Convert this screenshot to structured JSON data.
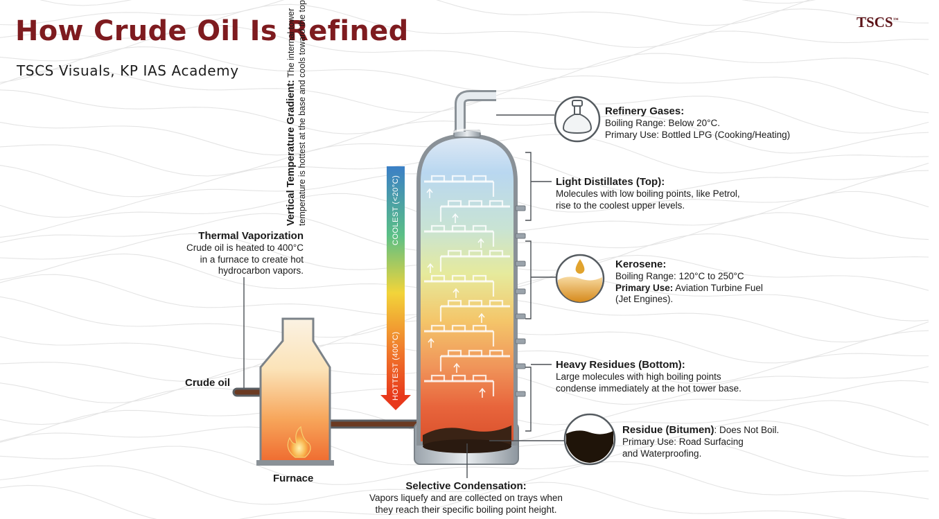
{
  "title": "How Crude Oil Is Refined",
  "subtitle": "TSCS Visuals, KP IAS Academy",
  "brand": {
    "name": "TSCS",
    "mark": "™"
  },
  "gradient": {
    "heading": "Vertical Temperature Gradient:",
    "line1": "The internal tower temperature is hottest",
    "line2": "at the base and cools toward the top.",
    "hot_label": "HOTTEST (400°C)",
    "cool_label": "COOLEST (<20°C)"
  },
  "thermal": {
    "heading": "Thermal Vaporization",
    "line1": "Crude oil is heated to 400°C",
    "line2": "in a furnace to create hot",
    "line3": "hydrocarbon vapors."
  },
  "crude_oil_label": "Crude oil",
  "furnace_label": "Furnace",
  "fractions": {
    "gases": {
      "heading": "Refinery Gases:",
      "line1": "Boiling Range: Below 20°C.",
      "line2": "Primary Use: Bottled LPG (Cooking/Heating)"
    },
    "light": {
      "heading": "Light Distillates (Top):",
      "line1": "Molecules with low boiling points, like Petrol,",
      "line2": "rise to the coolest upper levels."
    },
    "kerosene": {
      "heading": "Kerosene:",
      "line1": "Boiling Range: 120°C to 250°C",
      "use_label": "Primary Use:",
      "use_value": " Aviation Turbine Fuel",
      "line3": "(Jet Engines)."
    },
    "heavy": {
      "heading": "Heavy Residues (Bottom):",
      "line1": "Large molecules with high boiling points",
      "line2": "condense immediately at the hot tower base."
    },
    "residue": {
      "heading": "Residue (Bitumen)",
      "heading_rest": ": Does Not Boil.",
      "line1": "Primary Use: Road Surfacing",
      "line2": "and Waterproofing."
    }
  },
  "condensation": {
    "heading": "Selective Condensation:",
    "line1": "Vapors liquefy and are collected on trays when",
    "line2": "they reach their specific boiling point height."
  },
  "colors": {
    "title": "#7e1b1f",
    "brand": "#5b1217",
    "hot": "#e8391b",
    "cool": "#3b7fc6",
    "kerosene": "#e2a23a",
    "bitumen": "#2a1a10"
  },
  "icons": [
    "gas-cylinder-icon",
    "oil-drop-icon",
    "bitumen-icon",
    "flame-icon"
  ]
}
